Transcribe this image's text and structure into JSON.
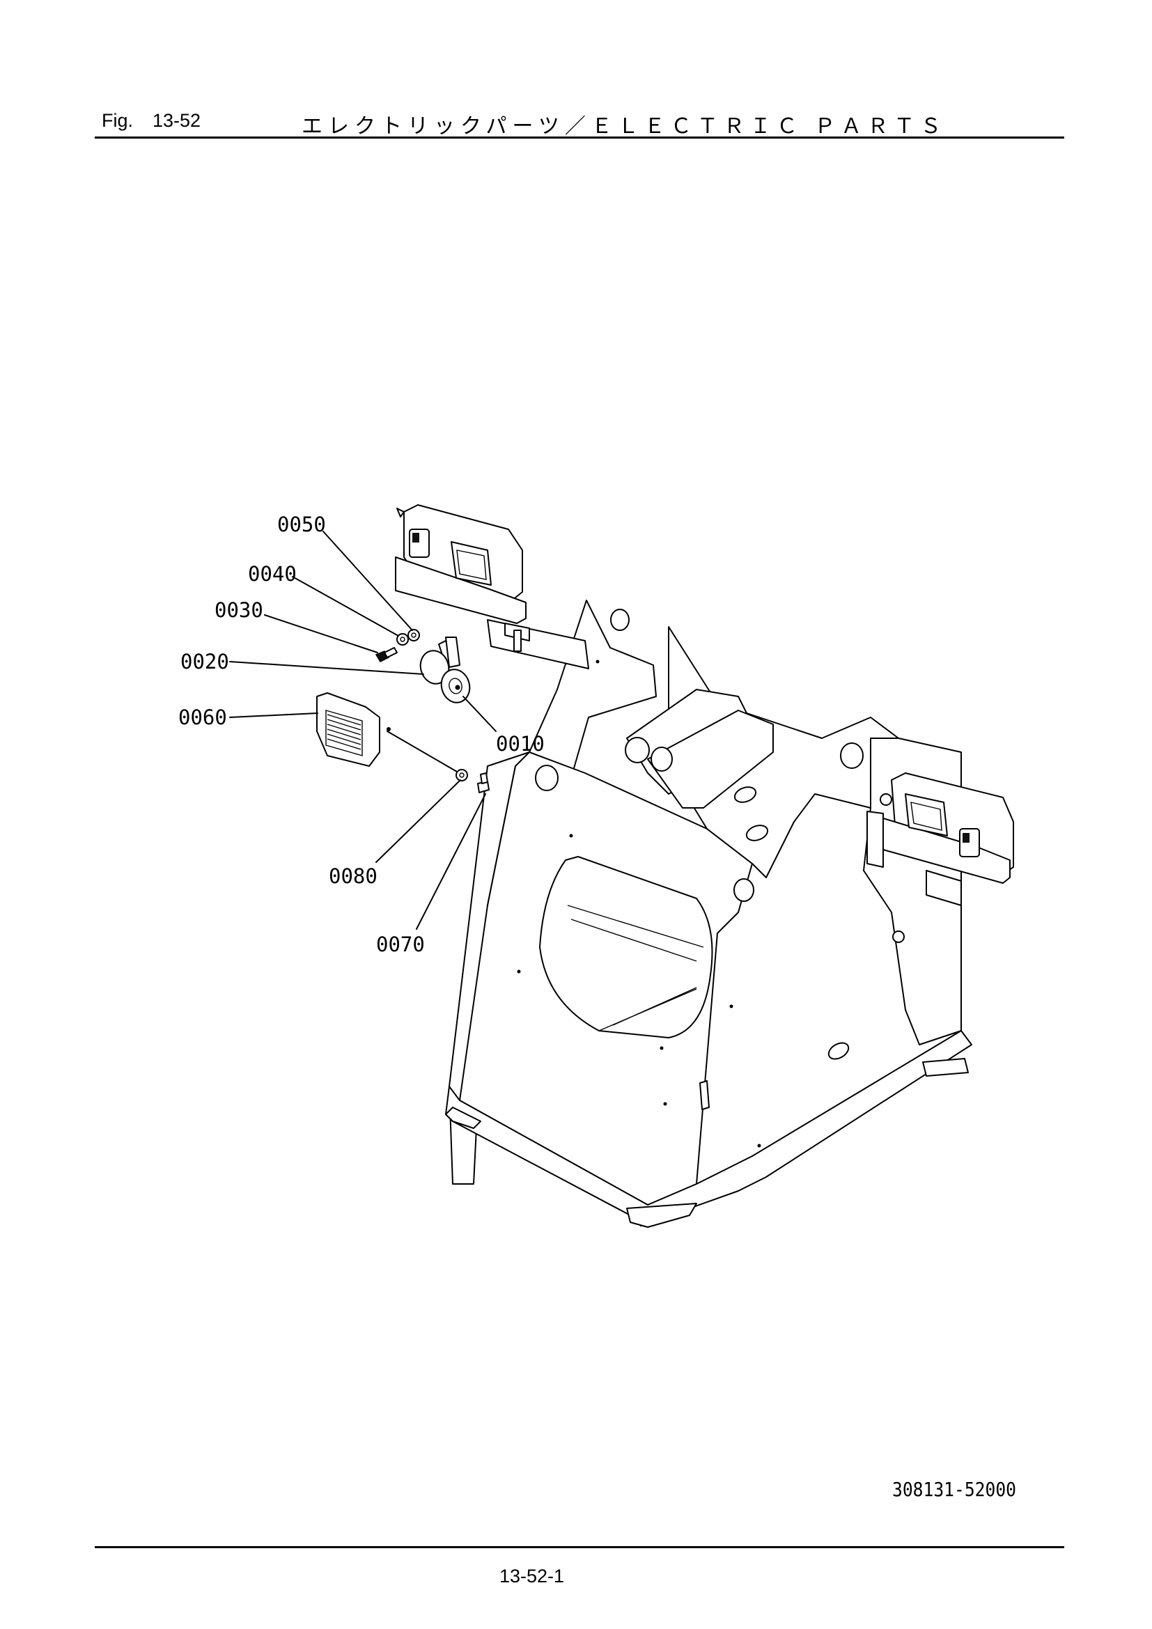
{
  "header": {
    "fig_label": "Fig.",
    "fig_number": "13-52",
    "title": "エレクトリックパーツ／ＥＬＥＣＴＲＩＣ ＰＡＲＴＳ"
  },
  "callouts": [
    {
      "id": "p0050",
      "text": "0050"
    },
    {
      "id": "p0040",
      "text": "0040"
    },
    {
      "id": "p0030",
      "text": "0030"
    },
    {
      "id": "p0020",
      "text": "0020"
    },
    {
      "id": "p0060",
      "text": "0060"
    },
    {
      "id": "p0010",
      "text": "0010"
    },
    {
      "id": "p0080",
      "text": "0080"
    },
    {
      "id": "p0070",
      "text": "0070"
    }
  ],
  "footer": {
    "drawing_number": "308131-52000",
    "page_number": "13-52-1"
  }
}
